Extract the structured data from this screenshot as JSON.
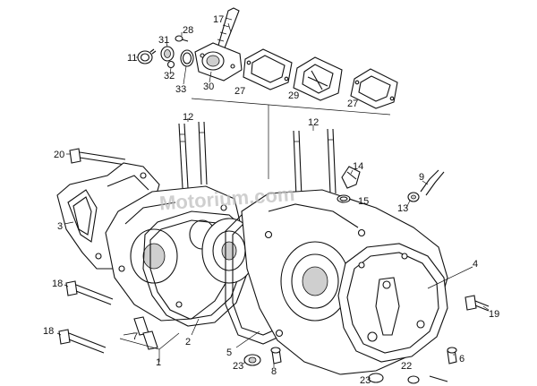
{
  "watermark": "Motorium.com",
  "callouts": {
    "c1": "1",
    "c2": "2",
    "c3": "3",
    "c4": "4",
    "c5": "5",
    "c6": "6",
    "c7": "7",
    "c8": "8",
    "c9": "9",
    "c11": "11",
    "c12a": "12",
    "c12b": "12",
    "c13": "13",
    "c14": "14",
    "c15": "15",
    "c17": "17",
    "c18a": "18",
    "c18b": "18",
    "c19": "19",
    "c20": "20",
    "c22": "22",
    "c23a": "23",
    "c23b": "23",
    "c27a": "27",
    "c27b": "27",
    "c28": "28",
    "c29": "29",
    "c30": "30",
    "c31": "31",
    "c32": "32",
    "c33": "33"
  }
}
